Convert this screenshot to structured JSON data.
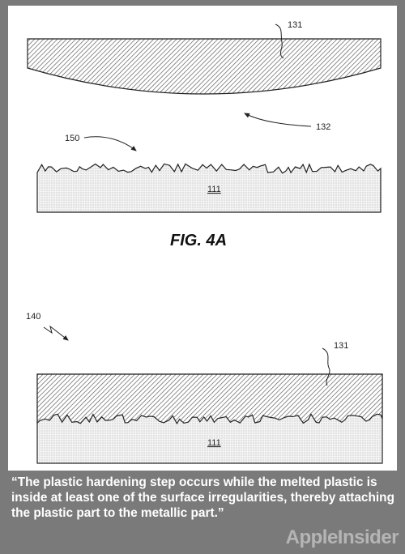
{
  "figure": {
    "fig_label": "FIG. 4A",
    "top": {
      "label_plastic": "131",
      "label_curve": "132",
      "label_surface": "150",
      "label_metal": "111"
    },
    "bottom": {
      "label_assembly": "140",
      "label_plastic": "131",
      "label_metal": "111"
    }
  },
  "caption": {
    "text": "“The plastic hardening step occurs while the melted plastic is inside at least one of the surface irregularities, thereby attaching the plastic part to the metallic part.”"
  },
  "brand": {
    "name": "AppleInsider"
  },
  "colors": {
    "background": "#7a7a7a",
    "panel": "#ffffff",
    "hatch": "#555555",
    "dots": "#9a9a9a",
    "caption_text": "#ffffff",
    "brand_text": "#b5b5b5"
  }
}
